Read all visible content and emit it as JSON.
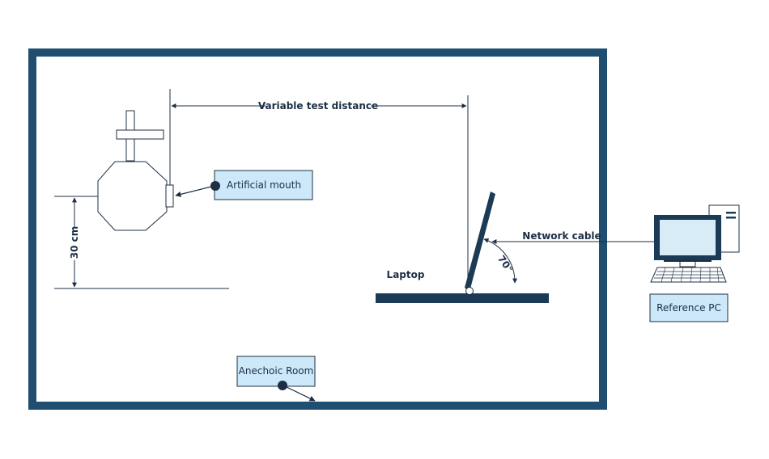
{
  "labels": {
    "variable_test_distance": "Variable test distance",
    "artificial_mouth": "Artificial mouth",
    "height": "30 cm",
    "laptop": "Laptop",
    "angle": "70°",
    "network_cable": "Network cable",
    "reference_pc": "Reference PC",
    "anechoic_room": "Anechoic Room"
  },
  "colors": {
    "room_border": "#1f4e70",
    "laptop_dark": "#1b3a55",
    "label_box_fill": "#cde8f8",
    "line": "#1c2f44",
    "monitor_screen": "#d8ecf8"
  }
}
